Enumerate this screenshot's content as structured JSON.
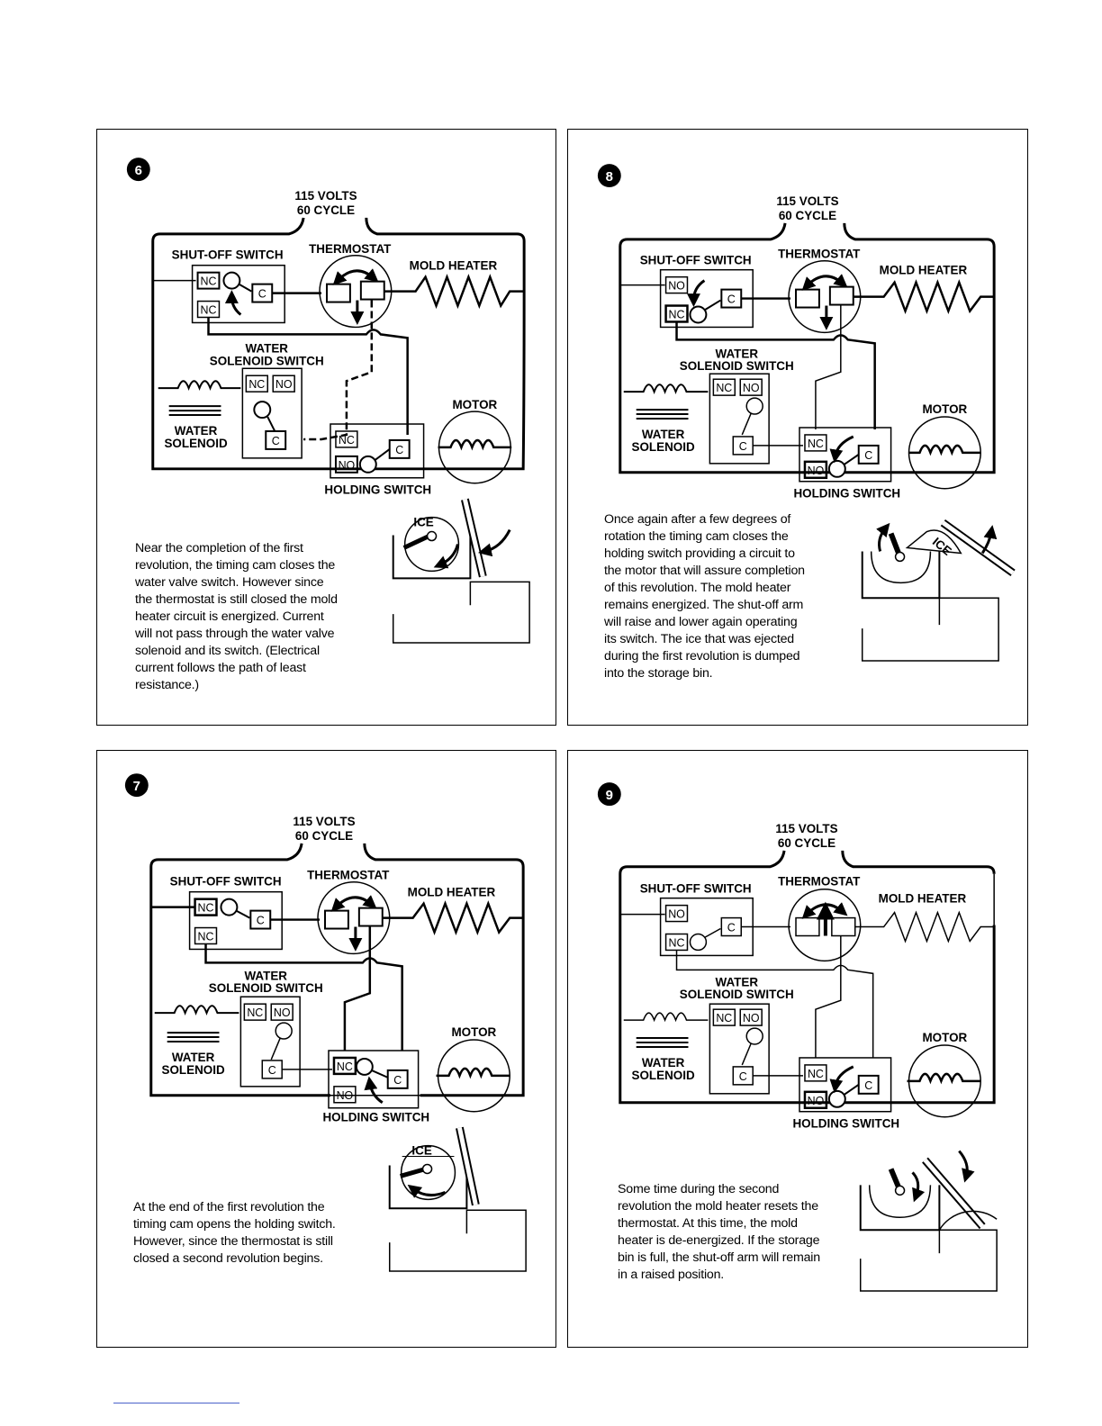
{
  "labels": {
    "volts": "115 VOLTS",
    "cycle": "60 CYCLE",
    "shutoff": "SHUT-OFF SWITCH",
    "thermostat": "THERMOSTAT",
    "mold_heater": "MOLD HEATER",
    "water": "WATER",
    "solenoid_switch": "SOLENOID SWITCH",
    "water_solenoid_1": "WATER",
    "water_solenoid_2": "SOLENOID",
    "motor": "MOTOR",
    "holding": "HOLDING SWITCH",
    "nc": "NC",
    "no": "NO",
    "c": "C",
    "ice": "ICE"
  },
  "panels": [
    {
      "id": "6",
      "number": "6",
      "text": "Near the completion of the first\nrevolution, the timing cam closes the\nwater valve switch. However since\nthe thermostat is still closed the mold\nheater circuit is energized. Current\nwill not pass through the water valve\nsolenoid and its switch. (Electrical\ncurrent follows the path of least\nresistance.)"
    },
    {
      "id": "8",
      "number": "8",
      "text": "Once again after a few degrees of\nrotation the timing cam closes the\nholding switch providing a circuit to\nthe motor that will assure completion\nof this revolution. The mold heater\nremains energized. The shut-off arm\nwill raise and lower again operating\nits switch. The ice that was ejected\nduring the first revolution is dumped\ninto the storage bin."
    },
    {
      "id": "7",
      "number": "7",
      "text": "At the end of the first revolution the\ntiming cam opens the holding switch.\nHowever, since the thermostat is still\nclosed a second revolution begins."
    },
    {
      "id": "9",
      "number": "9",
      "text": "Some time during the second\nrevolution the mold heater resets the\nthermostat. At this time, the mold\nheater is de-energized. If the storage\nbin is full, the shut-off arm will remain\nin a raised position."
    }
  ]
}
